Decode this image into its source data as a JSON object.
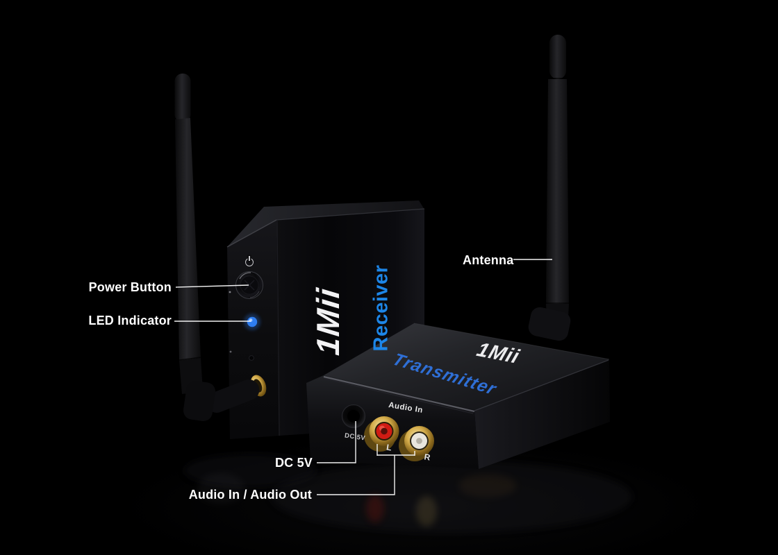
{
  "product": {
    "brand": "1Mii",
    "receiver": {
      "logo": "1Mii",
      "name": "Receiver"
    },
    "transmitter": {
      "logo": "1Mii",
      "name": "Transmitter",
      "panel": {
        "dc_label": "DC 5V",
        "audio_group_label": "Audio In",
        "jack_left": "L",
        "jack_right": "R"
      }
    }
  },
  "callouts": {
    "power_button": "Power Button",
    "led_indicator": "LED Indicator",
    "antenna": "Antenna",
    "dc_5v": "DC 5V",
    "audio_in_out": "Audio In / Audio Out"
  },
  "icons": {
    "power_symbol": "power-icon",
    "led_indicator": "led-dot"
  },
  "colors": {
    "callout_text": "#ffffff",
    "receiver_label": "#1d86e8",
    "transmitter_label": "#2f6fd6",
    "led": "#2e7df0",
    "jack_left_insulator": "#d01c14",
    "jack_right_insulator": "#e9e6de",
    "connector_gold": "#d3ab4a"
  }
}
